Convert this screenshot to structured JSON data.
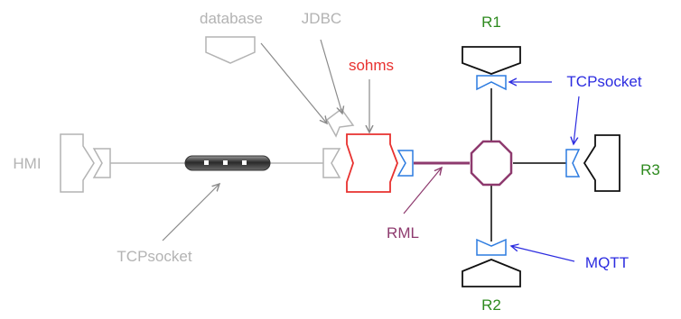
{
  "labels": {
    "database": "database",
    "jdbc": "JDBC",
    "sohms": "sohms",
    "hmi": "HMI",
    "tcp_left": "TCPsocket",
    "rml": "RML",
    "r1": "R1",
    "r2": "R2",
    "r3": "R3",
    "tcp_right": "TCPsocket",
    "mqtt": "MQTT"
  },
  "colors": {
    "gray": "#b3b3b3",
    "dark": "#444444",
    "red": "#e8312f",
    "blue": "#2c2ce0",
    "purple": "#8e3a6e",
    "green": "#2d8a1e",
    "black": "#111111"
  }
}
